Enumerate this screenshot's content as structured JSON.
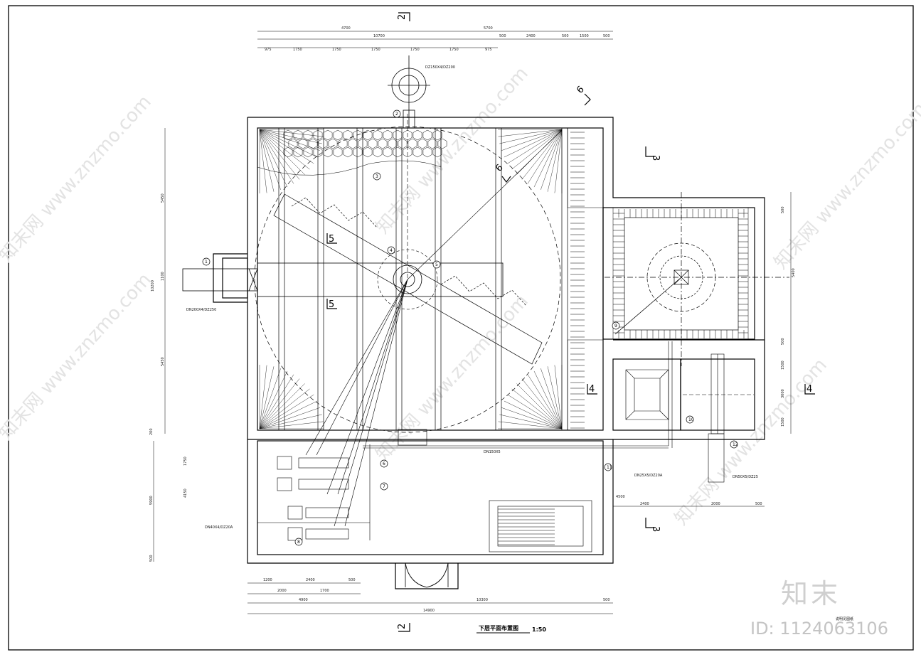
{
  "drawing": {
    "title": "下层平面布置图",
    "scale": "1:50",
    "small_note": "说明见图纸"
  },
  "sections": {
    "s2_top": "2",
    "s2_bottom": "2",
    "s3_right_top": "3",
    "s3_right_bottom": "3",
    "s4_mid": "4",
    "s4_right": "4",
    "s5_a": "5",
    "s5_b": "5",
    "s6_top": "6",
    "s6_mid": "6"
  },
  "dimensions": {
    "top_row1": [
      "4700",
      "5700"
    ],
    "top_row2": [
      "10700",
      "500",
      "2400",
      "500",
      "1500",
      "500"
    ],
    "top_row3": [
      "975",
      "1750",
      "1750",
      "1750",
      "1750",
      "1750",
      "975"
    ],
    "left_col": [
      "5450",
      "10200",
      "1100",
      "5450"
    ],
    "left_lower": [
      "1750",
      "4150",
      "5900",
      "500",
      "200"
    ],
    "right_col": [
      "5400",
      "500",
      "1500",
      "3000",
      "1500",
      "500"
    ],
    "bottom_row1": [
      "1200",
      "2400",
      "500"
    ],
    "bottom_row2": [
      "2000",
      "1700"
    ],
    "bottom_row3": [
      "4900",
      "10300",
      "500"
    ],
    "bottom_total": "14900",
    "right_bottom": [
      "4500",
      "2400",
      "2000",
      "500"
    ]
  },
  "labels": {
    "pipe_top": "DZ150X4/DZ200",
    "pipe_left": "DN200X4/DZ250",
    "pipe_bottom_left": "DN40X4/DZ20A",
    "pipe_right": "DN50X5/DZ25",
    "pipe_mid": "DN150X5",
    "pipe_right_mid": "DN25X5/DZ20A"
  },
  "bubbles": [
    "1",
    "2",
    "3",
    "4",
    "5",
    "6",
    "7",
    "8",
    "9",
    "10",
    "11",
    "12"
  ],
  "watermark": {
    "brand_cn": "知末",
    "id_text": "ID: 1124063106",
    "diag": "知末网 www.znzmo.com"
  }
}
